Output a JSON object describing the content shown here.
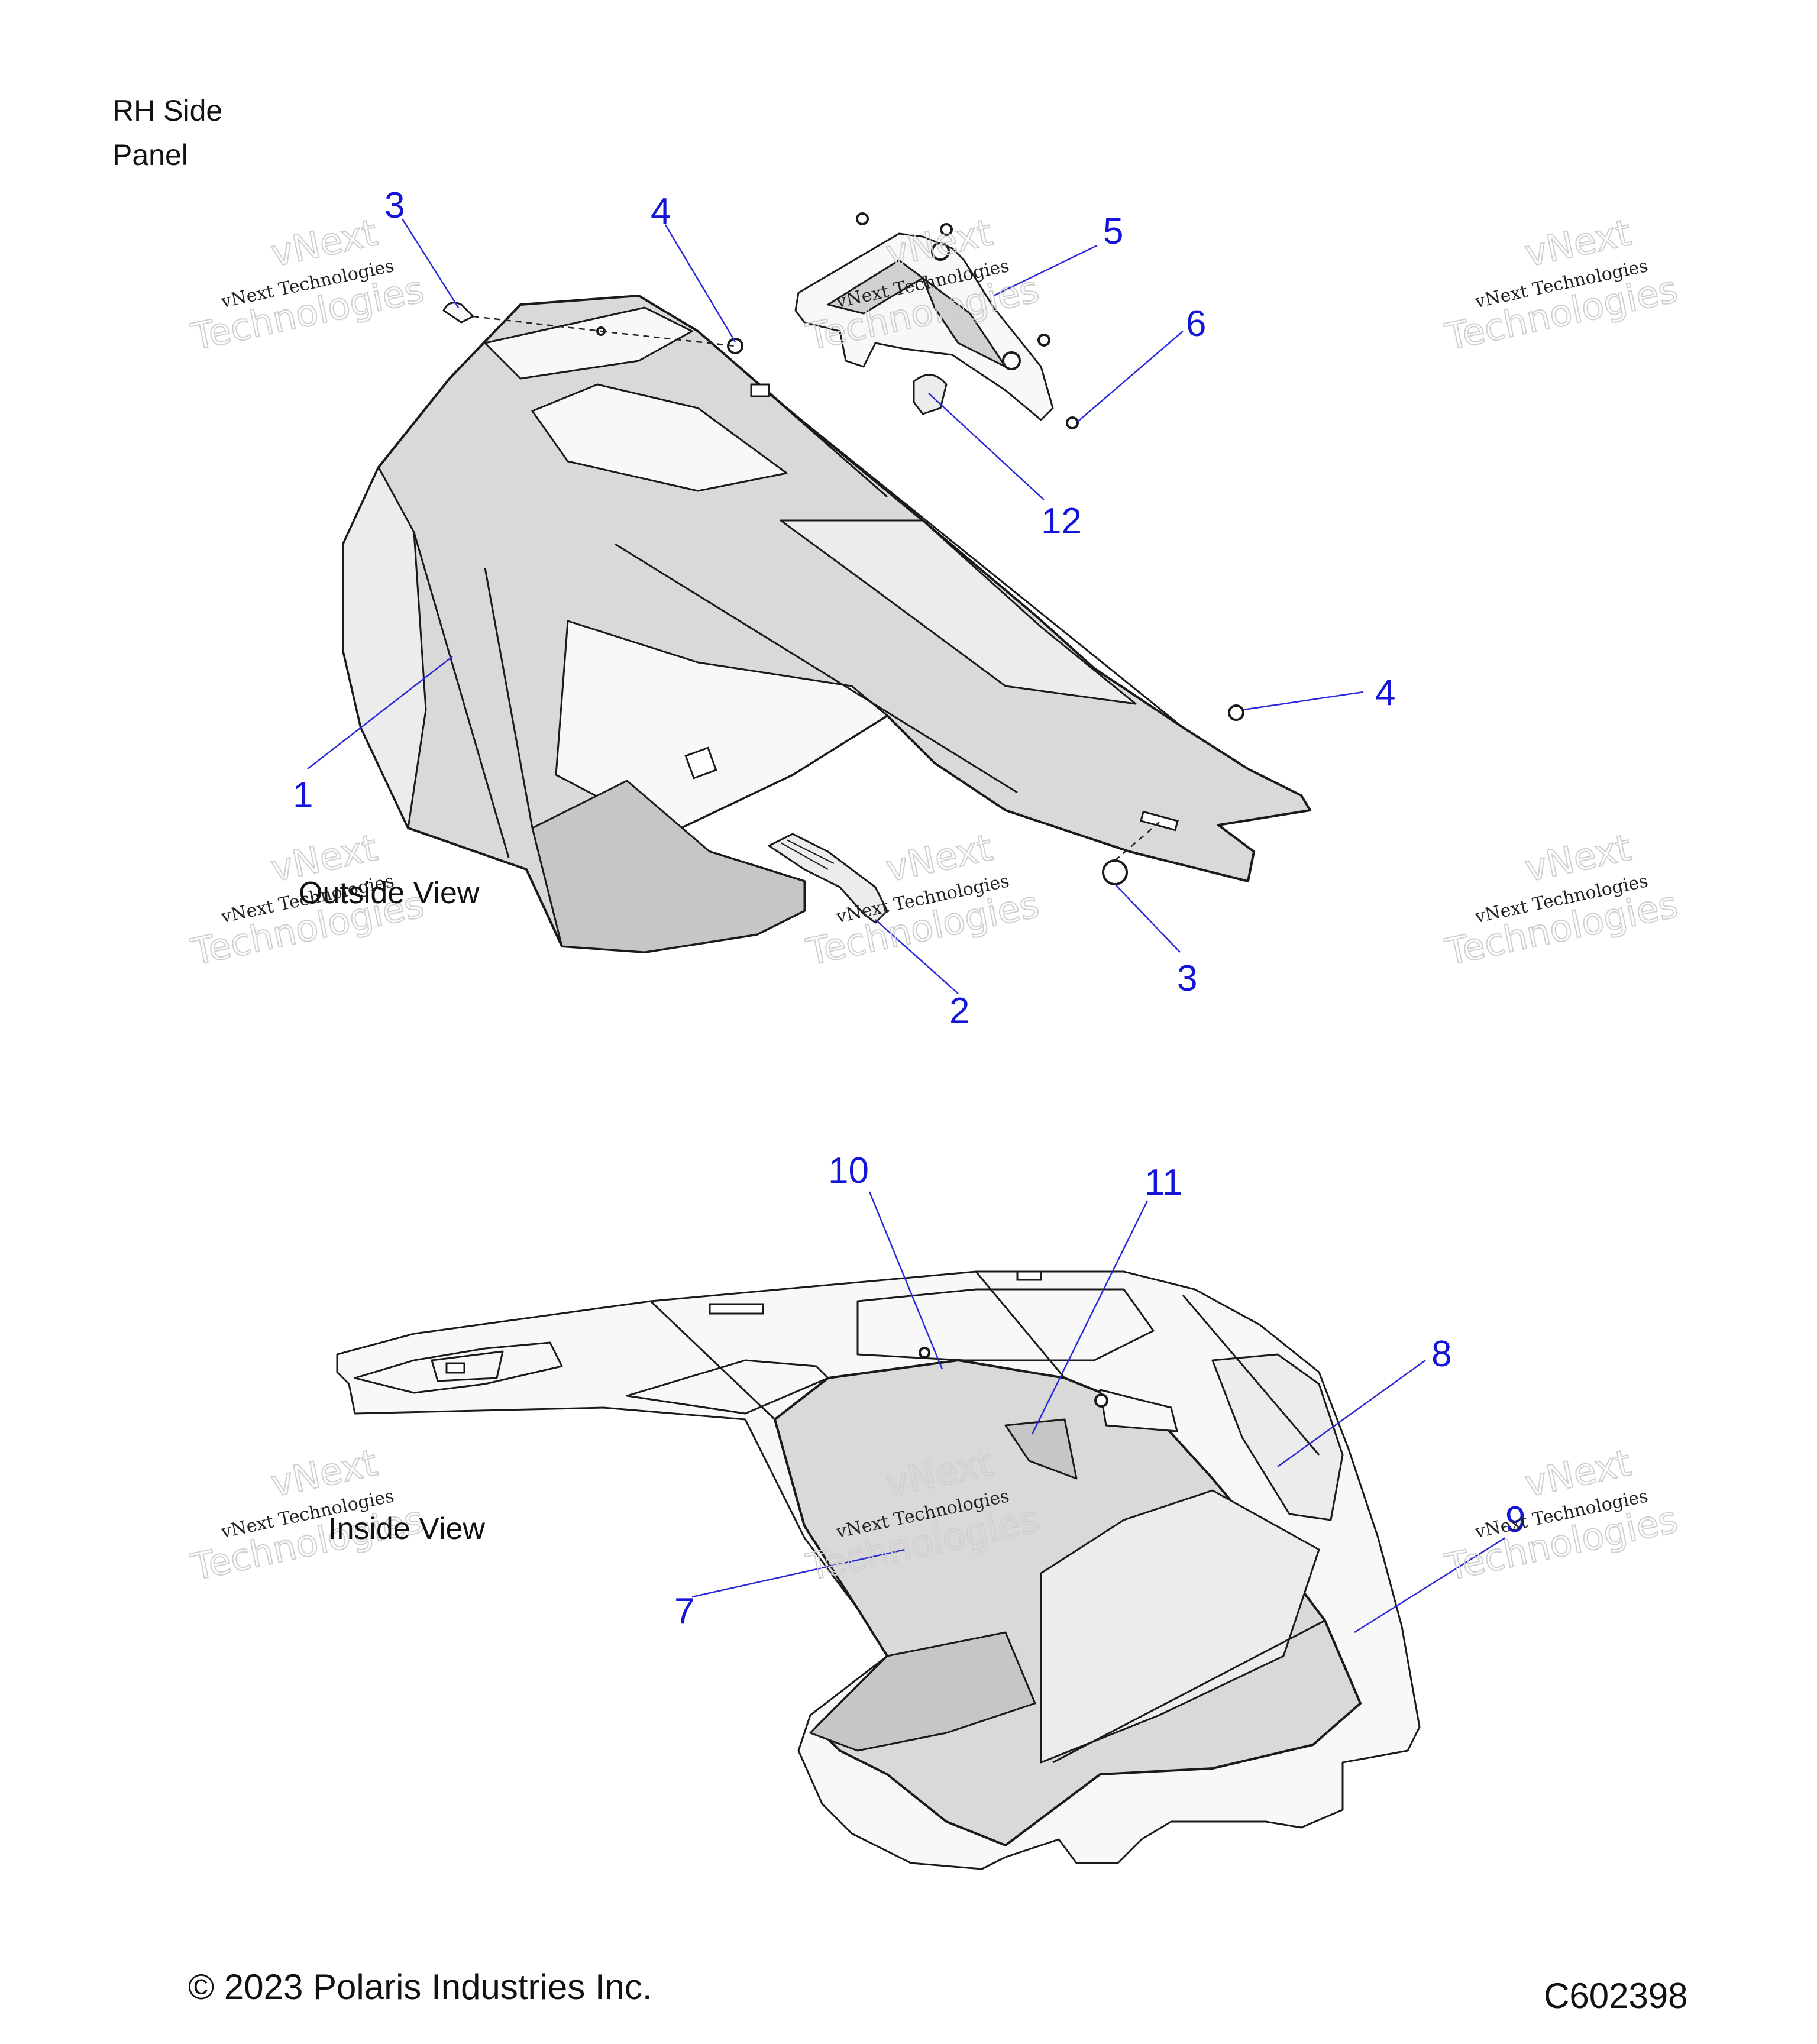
{
  "header": {
    "line1": "RH Side",
    "line2": "Panel"
  },
  "views": {
    "outside": "Outside View",
    "inside": "Inside View"
  },
  "footer": {
    "copyright": "© 2023 Polaris Industries Inc.",
    "figure_id": "C602398"
  },
  "watermark": {
    "line1": "vNext Technologies",
    "line2": "vNext",
    "line3": "Technologies"
  },
  "callouts": {
    "c3a": "3",
    "c4a": "4",
    "c5": "5",
    "c6": "6",
    "c12": "12",
    "c4b": "4",
    "c1": "1",
    "c2": "2",
    "c3b": "3",
    "c10": "10",
    "c11": "11",
    "c8": "8",
    "c9": "9",
    "c7": "7"
  },
  "colors": {
    "callout": "#1515d8",
    "panel_fill": "#d9d9d9"
  }
}
